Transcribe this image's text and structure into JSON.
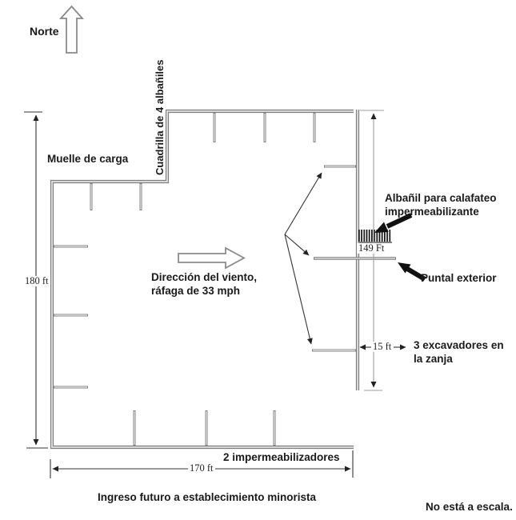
{
  "diagram": {
    "title_context": "construction site floor plan",
    "compass": {
      "label": "Norte"
    },
    "labels": {
      "crew": "Cuadrilla de 4 albañiles",
      "loading_dock": "Muelle de carga",
      "wind_line1": "Dirección del viento,",
      "wind_line2": "ráfaga de 33 mph",
      "mason_line1": "Albañil para calafateo",
      "mason_line2": "impermeabilizante",
      "strut": "Puntal exterior",
      "excavators_line1": "3 excavadores en",
      "excavators_line2": "la zanja",
      "waterproofers": "2 impermeabilizadores",
      "future_entrance": "Ingreso futuro a establecimiento minorista",
      "not_to_scale": "No está a escala."
    },
    "dimensions": {
      "west_wall": "180 ft",
      "east_wall": "149 Ft",
      "trench_offset": "15 ft",
      "south_wall": "170 ft"
    },
    "colors": {
      "wall_edge": "#7f7f7f",
      "wall_fill": "#e3e3e3",
      "thin_line": "#333333",
      "east_dim_line": "#a0a0a0",
      "bold_arrow": "#111111",
      "text": "#1a1a1a",
      "background": "#ffffff"
    }
  }
}
